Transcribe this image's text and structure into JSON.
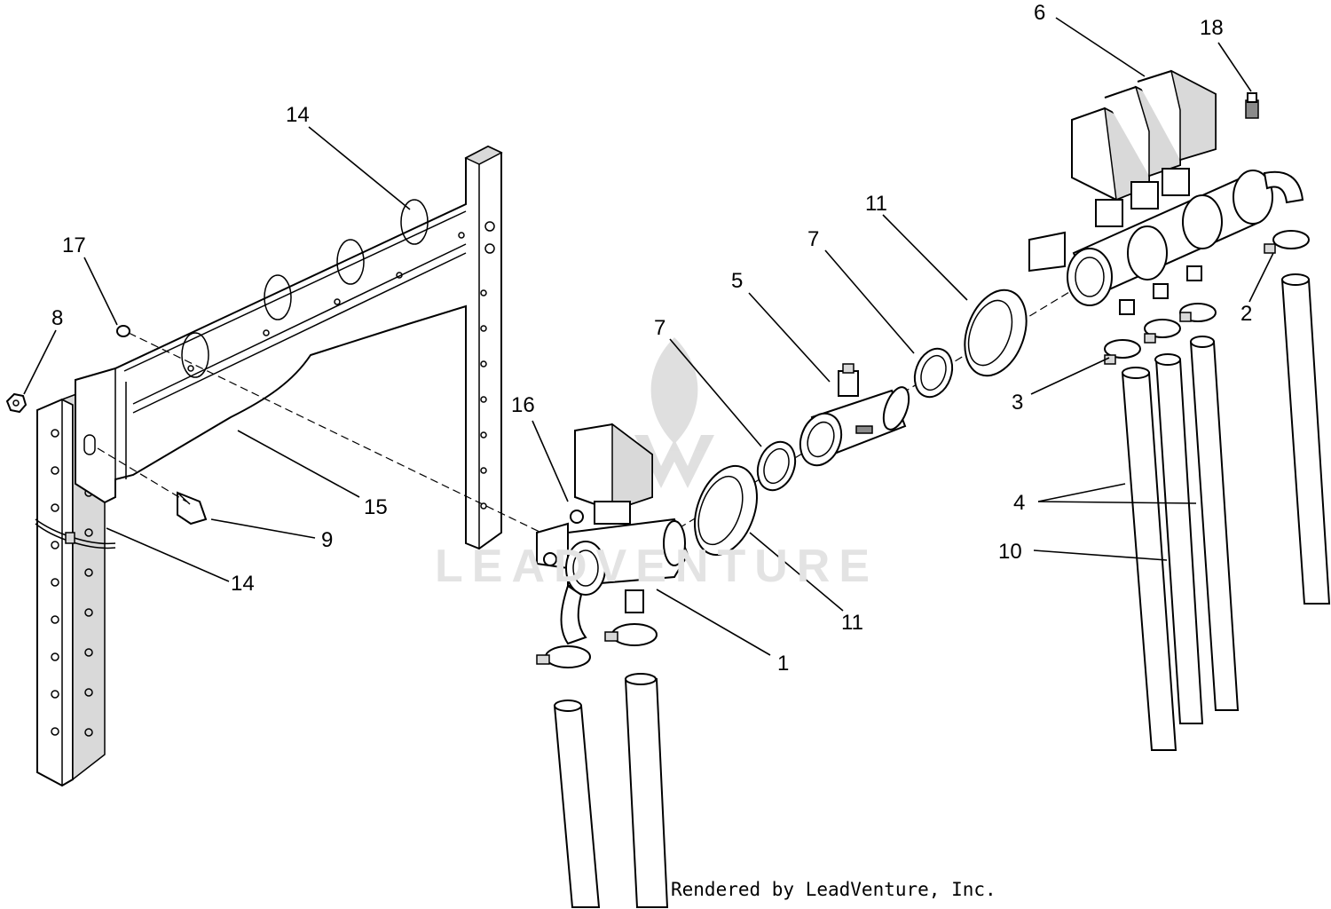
{
  "callouts": {
    "c1": "1",
    "c2": "2",
    "c3": "3",
    "c4": "4",
    "c5": "5",
    "c6": "6",
    "c7a": "7",
    "c7b": "7",
    "c8": "8",
    "c9": "9",
    "c10": "10",
    "c11a": "11",
    "c11b": "11",
    "c14a": "14",
    "c14b": "14",
    "c15": "15",
    "c16": "16",
    "c17": "17",
    "c18": "18"
  },
  "watermark": "LEADVENTURE",
  "credit": "Rendered by LeadVenture, Inc."
}
